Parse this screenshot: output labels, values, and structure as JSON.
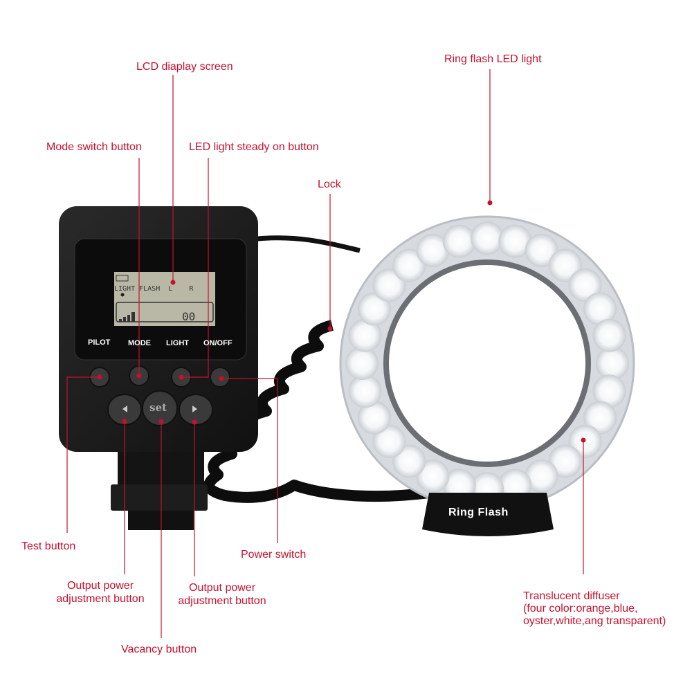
{
  "labels": {
    "lcd": "LCD diaplay screen",
    "ring_led": "Ring flash LED light",
    "mode_switch": "Mode switch button",
    "led_steady": "LED light steady on button",
    "lock": "Lock",
    "test": "Test button",
    "power_switch": "Power  switch",
    "output_left": [
      "Output power",
      "adjustment button"
    ],
    "output_right": [
      "Output power",
      "adjustment button"
    ],
    "vacancy": "Vacancy button",
    "diffuser": [
      "Translucent diffuser",
      "(four color:orange,blue,",
      "oyster,white,ang transparent)"
    ]
  },
  "device": {
    "buttons": [
      "PILOT",
      "MODE",
      "LIGHT",
      "ON/OFF"
    ],
    "set_label": "set",
    "lcd_top": "LIGHT FLASH  L    R",
    "lcd_value": "00",
    "ring_label": "Ring Flash"
  },
  "colors": {
    "label": "#c8102e",
    "body": "#1a1a1a",
    "lcd": "#b9b8a6"
  }
}
